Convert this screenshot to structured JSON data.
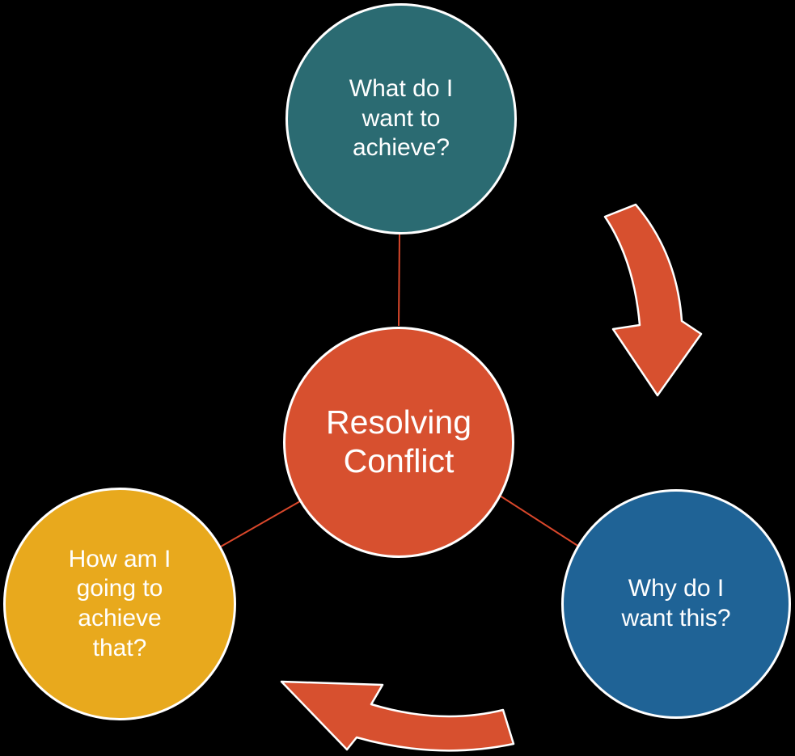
{
  "diagram": {
    "center_node": {
      "label": "Resolving\nConflict",
      "color": "#D7502F"
    },
    "nodes": [
      {
        "id": "what",
        "position": "top",
        "label": "What do I\nwant to\nachieve?",
        "color": "#2B6B72"
      },
      {
        "id": "why",
        "position": "bottom-right",
        "label": "Why do I\nwant this?",
        "color": "#1F6396"
      },
      {
        "id": "how",
        "position": "bottom-left",
        "label": "How am I\ngoing to\nachieve\nthat?",
        "color": "#E8A91D"
      }
    ],
    "arrows": [
      {
        "id": "arrow-what-to-why",
        "from": "what",
        "to": "why",
        "direction": "down",
        "color": "#D7502F"
      },
      {
        "id": "arrow-why-to-how",
        "from": "why",
        "to": "how",
        "direction": "up-left",
        "color": "#D7502F"
      }
    ],
    "colors": {
      "background": "#000000",
      "node_border": "#FFFFFF",
      "text": "#FFFFFF",
      "connector_line": "#D9472B",
      "arrow_fill": "#D7502F",
      "arrow_outline": "#FFFFFF"
    }
  }
}
